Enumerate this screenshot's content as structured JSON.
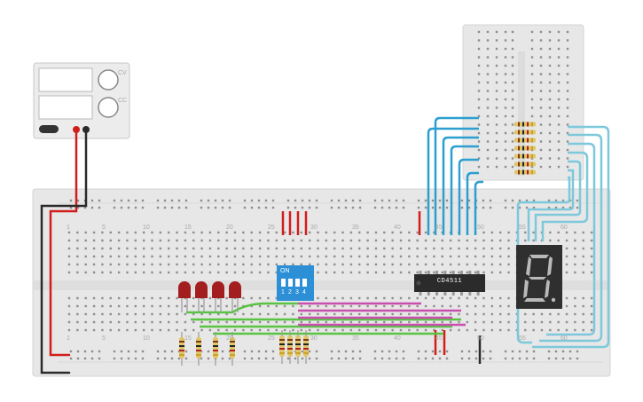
{
  "breadboard": {
    "column_numbers": [
      "1",
      "5",
      "10",
      "15",
      "20",
      "25",
      "30",
      "35",
      "40",
      "45",
      "50",
      "55",
      "60"
    ]
  },
  "power_supply": {
    "knob_labels": [
      "CV",
      "CC"
    ]
  },
  "dip_switch": {
    "on_label": "ON",
    "switch_numbers": [
      "1",
      "2",
      "3",
      "4"
    ]
  },
  "decoder_ic": {
    "label": "CD4511"
  },
  "seven_segment": {
    "digit": "8.",
    "lit_color": "#b9b9b9"
  },
  "colors": {
    "breadboard": "#e7e7e7",
    "red_wire": "#d21d1d",
    "black_wire": "#2a2a2a",
    "blue_wire": "#2a9fd0",
    "lightblue_wire": "#7ec8db",
    "green_wire": "#58c442",
    "magenta_wire": "#c94fae",
    "led_red": "#a31f1f",
    "dip_blue": "#2d8fd6",
    "ic_body": "#2b2b2b"
  }
}
